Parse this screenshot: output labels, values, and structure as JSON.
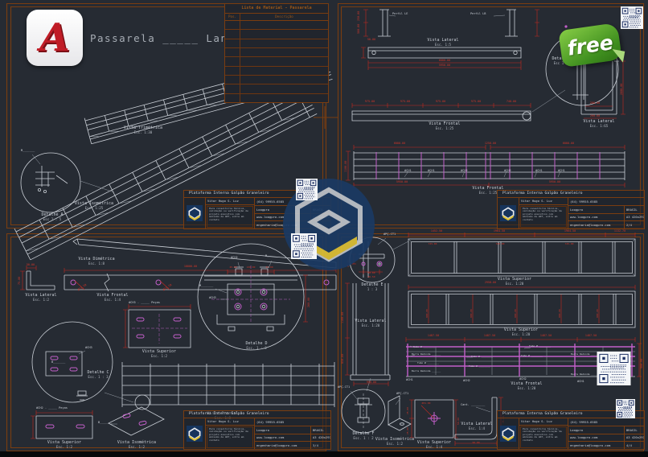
{
  "colors": {
    "background": "#262b33",
    "sheet_border": "#7a3d10",
    "line_white": "#c9ced5",
    "dimension_red": "#c6291e",
    "magenta": "#c25fc9",
    "free_green": "#4a9a24",
    "autocad_red": "#c01c26"
  },
  "brand": {
    "autocad_letter": "A",
    "free_badge": "free",
    "heading": "Passarela _____ Lançes"
  },
  "material_table": {
    "title": "Lista de Material - Passarela",
    "col_pos": "Pos.",
    "col_desc": "Descrição"
  },
  "titleblock": {
    "title": "Plataforma Interna Galpão Graneleiro",
    "engineer": "Vitor Hugo S. Luz",
    "phone": "(64) 99955-6585",
    "company": "Loogpro",
    "country": "BRASIL",
    "paper": "A3 420x297",
    "website": "www.loogpro.com",
    "email": "engenharia@loogpro.com",
    "note": "Para consultoria técnica, validação ou verificação de projeto executivo com emissão de ART, entre em contato",
    "sheets": [
      "1/4",
      "2/4",
      "3/4",
      "4/4"
    ]
  },
  "q1": {
    "cap_trimetrica": "Vista Trimétrica",
    "cap_trimetrica_esc": "Esc. 1:30",
    "cap_isometrica": "Vista Isométrica",
    "cap_isometrica_esc": "Esc. 1:25",
    "cap_detalhe_a": "Detalhe A",
    "cap_detalhe_a_esc": "Esc 1 : 5",
    "callout_m": "M_______"
  },
  "q2": {
    "cap_lateral_top": "Vista Lateral",
    "cap_lateral_top_esc": "Esc. 1:5",
    "perfil_le": "Perfil LE",
    "perfil_lb": "Perfil LB",
    "cap_frontal_mid": "Vista Frontal",
    "cap_frontal_mid_esc": "Esc. 1:25",
    "cap_detalhe_b": "Detalhe B",
    "cap_detalhe_b_esc": "Esc 1 : 1",
    "cap_lateral_channel": "Vista Lateral",
    "cap_lateral_channel_esc": "Esc. 1:65",
    "cap_frontal_rail": "Vista Frontal",
    "cap_frontal_rail_esc": "Esc. 1:25",
    "beam_dims": [
      "975.00",
      "975.00",
      "975.00",
      "975.00",
      "740.00"
    ],
    "beam1_totals": [
      "6000.00",
      "5950.00"
    ],
    "rail_dims_top": [
      "6000.00",
      "1250.00",
      "6000.00"
    ],
    "rail_dims_bottom": [
      "5950.00",
      "5950.00"
    ],
    "rail_height_dim": "1100.00",
    "channel_dims": [
      "2000.00",
      "200.00",
      "260.00"
    ],
    "post_dims": [
      "250.00",
      "500.00",
      "50.00"
    ],
    "rail_callouts": [
      "#CH1",
      "#CH1",
      "#CH2",
      "#CH2",
      "#CH1",
      "#CH1"
    ]
  },
  "q3": {
    "cap_dimetrica": "Vista Dimétrica",
    "cap_dimetrica_esc": "Esc. 1:8",
    "cap_lateral": "Vista Lateral",
    "cap_lateral_esc": "Esc. 1:2",
    "cap_frontal_bar": "Vista Frontal",
    "cap_frontal_bar_esc": "Esc. 1:4",
    "ch3_label": "#CH3 - _____ Peças",
    "cap_sup_ch3": "Vista Superior",
    "cap_sup_ch3_esc": "Esc. 1:2",
    "cap_detalhe_d": "Detalhe D",
    "cap_detalhe_d_esc": "Esc. 1 : 3",
    "cap_detalhe_c": "Detalhe C",
    "cap_detalhe_c_esc": "Esc. 1 : 3",
    "ch2_label": "#CH2 - _____ Peças",
    "cap_sup_ch2": "Vista Superior",
    "cap_sup_ch2_esc": "Esc. 1:2",
    "cap_iso_plate": "Vista Isométrica",
    "cap_iso_plate_esc": "Esc. 1:2",
    "cap_frontal_rail": "Vista Frontal",
    "cap_frontal_rail_esc": "Esc. 1:8",
    "bar_total_dim": "10000.00",
    "bar_hole_dim": "Ø21.50",
    "angle_dims": [
      "50.00",
      "75.00"
    ],
    "detail_d_dims": [
      "25.00",
      "130.00",
      "25.00",
      "260.00"
    ],
    "callout_ch3": "#CH3",
    "callout_ch2": "#CH2",
    "callout_m": "M_______",
    "callout_b": "B_______"
  },
  "q4": {
    "cap_detalhe_e": "Detalhe E",
    "cap_detalhe_e_esc": "1 : 3",
    "pc_ct1": "#PÇ.CT1",
    "cap_sup1": "Vista Superior",
    "cap_sup1_esc": "Esc. 1:20",
    "cap_sup2": "Vista Superior",
    "cap_sup2_esc": "Esc. 1:20",
    "cap_lat_channel": "Vista Lateral",
    "cap_lat_channel_esc": "Esc. 1:20",
    "cap_frontal_rail": "Vista Frontal",
    "cap_frontal_rail_esc": "Esc. 1:20",
    "cap_detalhe_f": "Detalhe F",
    "cap_detalhe_f_esc": "Esc. 1 : 2",
    "cap_iso_angle": "Vista Isométrica",
    "cap_iso_angle_esc": "Esc. 1:2",
    "cap_sup_plate": "Vista Superior",
    "cap_sup_plate_esc": "Esc. 1:4",
    "cap_lat_angle": "Vista Lateral",
    "cap_lat_angle_esc": "Esc. 1:4",
    "cant_label": "Cant. ________",
    "tubo_label": "Tubo Ø ________",
    "barra_label": "Barra Redonda ______",
    "frame1_dims": [
      "1452.50",
      "1964.50",
      "1964.50",
      "1132.70"
    ],
    "frame1_inner_dim": "725.00",
    "frame2_total": "2958.00",
    "frame2_bay_dim": "900.00",
    "rail_top_dims": [
      "1487.50",
      "1487.50",
      "1487.50",
      "1487.50"
    ],
    "rail_height": "900.00",
    "channel_dims": [
      "1100.00",
      "850.00",
      "900.00"
    ],
    "detail_e_dims": [
      "25.00",
      "50.00",
      "96.50"
    ],
    "plate_dims": [
      "Ø31.00",
      "25.00",
      "25.00",
      "50.00"
    ],
    "cant_dims": [
      "75.00",
      "50.00"
    ],
    "rail_callouts": [
      "#CH1",
      "#CH2",
      "#CH2",
      "#CH1"
    ]
  }
}
